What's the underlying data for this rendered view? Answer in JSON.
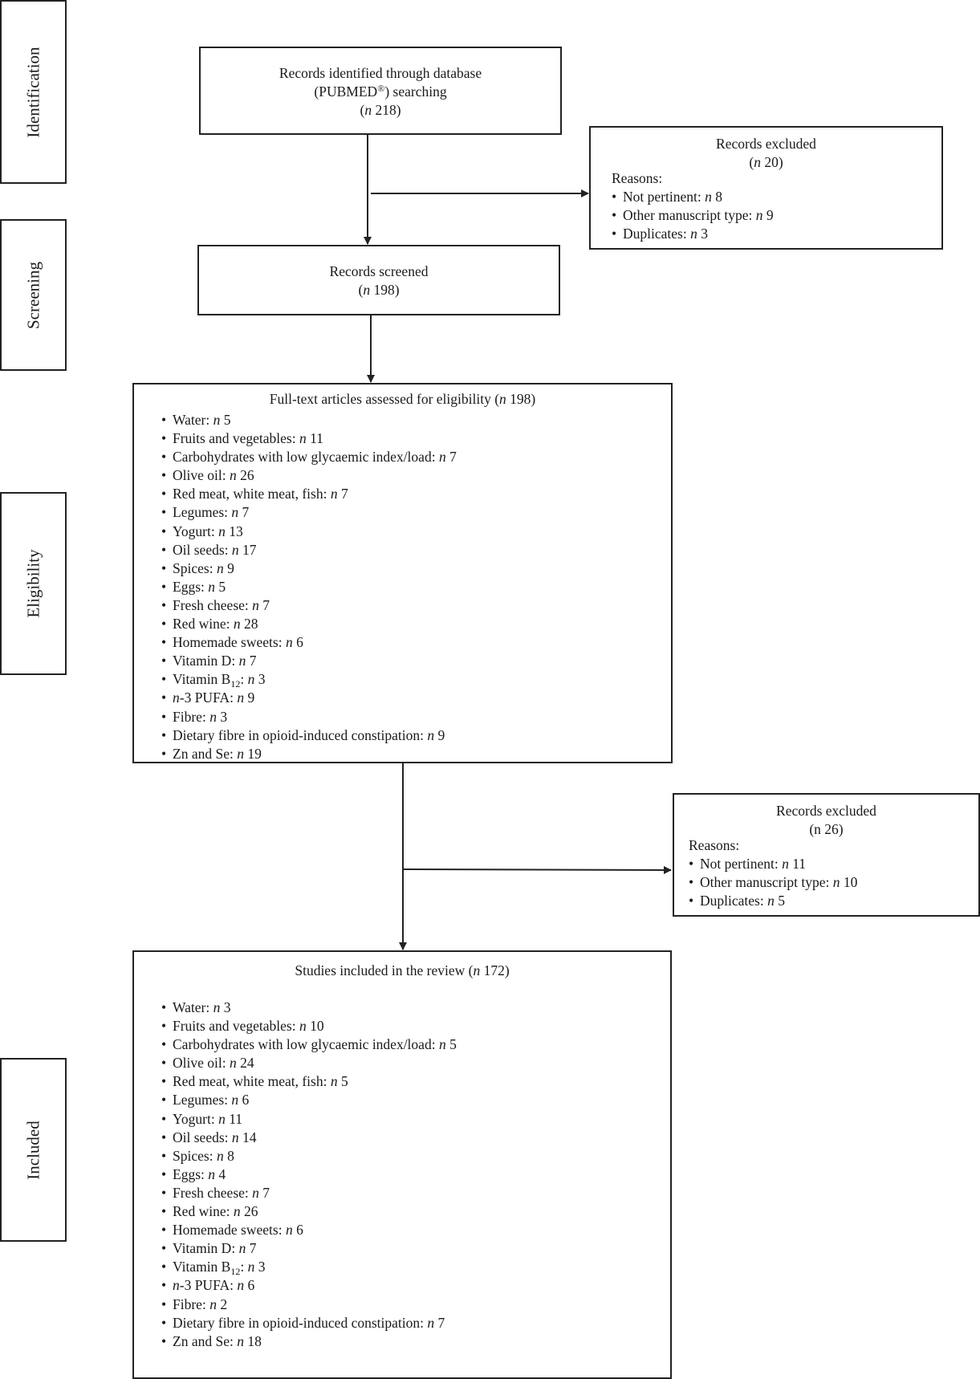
{
  "stages": {
    "identification": "Identification",
    "screening": "Screening",
    "eligibility": "Eligibility",
    "included": "Included"
  },
  "identified": {
    "line1": "Records identified through database",
    "db_name": "PUBMED",
    "db_mark": "®",
    "line2_suffix": " searching",
    "n_label": "n",
    "n_value": " 218"
  },
  "excluded1": {
    "title": "Records excluded",
    "n_label": "n",
    "n_value": " 20",
    "reasons_label": "Reasons:",
    "reasons": [
      {
        "label": "Not pertinent: ",
        "n": "n",
        "value": " 8"
      },
      {
        "label": "Other manuscript type: ",
        "n": "n",
        "value": " 9"
      },
      {
        "label": "Duplicates: ",
        "n": "n",
        "value": " 3"
      }
    ]
  },
  "screened": {
    "title": "Records screened",
    "n_label": "n",
    "n_value": " 198"
  },
  "eligibility_box": {
    "title": "Full-text articles assessed for eligibility (",
    "n_label": "n",
    "n_value": " 198)",
    "items": [
      {
        "label": "Water: ",
        "value": " 5"
      },
      {
        "label": "Fruits and vegetables: ",
        "value": " 11"
      },
      {
        "label": "Carbohydrates with low glycaemic index/load: ",
        "value": " 7"
      },
      {
        "label": "Olive oil: ",
        "value": " 26"
      },
      {
        "label": "Red meat, white meat, fish: ",
        "value": " 7"
      },
      {
        "label": "Legumes: ",
        "value": " 7"
      },
      {
        "label": "Yogurt: ",
        "value": " 13"
      },
      {
        "label": "Oil seeds: ",
        "value": " 17"
      },
      {
        "label": "Spices: ",
        "value": " 9"
      },
      {
        "label": "Eggs: ",
        "value": " 5"
      },
      {
        "label": "Fresh cheese: ",
        "value": " 7"
      },
      {
        "label": "Red wine: ",
        "value": " 28"
      },
      {
        "label": "Homemade sweets: ",
        "value": " 6"
      },
      {
        "label": "Vitamin D: ",
        "value": " 7"
      },
      {
        "label": "Vitamin B",
        "sub": "12",
        "label_after": ": ",
        "value": " 3"
      },
      {
        "prefix_n": "n",
        "label": "-3 PUFA: ",
        "value": " 9"
      },
      {
        "label": "Fibre: ",
        "value": " 3"
      },
      {
        "label": "Dietary fibre in opioid-induced constipation: ",
        "value": " 9"
      },
      {
        "label": "Zn and Se: ",
        "value": " 19"
      }
    ]
  },
  "excluded2": {
    "title": "Records excluded",
    "n_text": "(n 26)",
    "reasons_label": "Reasons:",
    "reasons": [
      {
        "label": "Not pertinent: ",
        "n": "n",
        "value": " 11"
      },
      {
        "label": "Other manuscript type: ",
        "n": "n",
        "value": " 10"
      },
      {
        "label": "Duplicates: ",
        "n": "n",
        "value": " 5"
      }
    ]
  },
  "included_box": {
    "title": "Studies included in the review (",
    "n_label": "n",
    "n_value": " 172)",
    "items": [
      {
        "label": "Water: ",
        "value": " 3"
      },
      {
        "label": "Fruits and vegetables: ",
        "value": " 10"
      },
      {
        "label": "Carbohydrates with low glycaemic index/load: ",
        "value": " 5"
      },
      {
        "label": "Olive oil: ",
        "value": " 24"
      },
      {
        "label": "Red meat, white meat, fish: ",
        "value": " 5"
      },
      {
        "label": "Legumes: ",
        "value": " 6"
      },
      {
        "label": "Yogurt: ",
        "value": " 11"
      },
      {
        "label": "Oil seeds: ",
        "value": " 14"
      },
      {
        "label": "Spices: ",
        "value": " 8"
      },
      {
        "label": "Eggs: ",
        "value": " 4"
      },
      {
        "label": "Fresh cheese: ",
        "value": " 7"
      },
      {
        "label": "Red wine: ",
        "value": " 26"
      },
      {
        "label": "Homemade sweets: ",
        "value": " 6"
      },
      {
        "label": "Vitamin D: ",
        "value": " 7"
      },
      {
        "label": "Vitamin B",
        "sub": "12",
        "label_after": ": ",
        "value": " 3"
      },
      {
        "prefix_n": "n",
        "label": "-3 PUFA: ",
        "value": " 6"
      },
      {
        "label": "Fibre: ",
        "value": " 2"
      },
      {
        "label": "Dietary fibre in opioid-induced constipation: ",
        "value": " 7"
      },
      {
        "label": "Zn and Se: ",
        "value": " 18"
      }
    ]
  }
}
